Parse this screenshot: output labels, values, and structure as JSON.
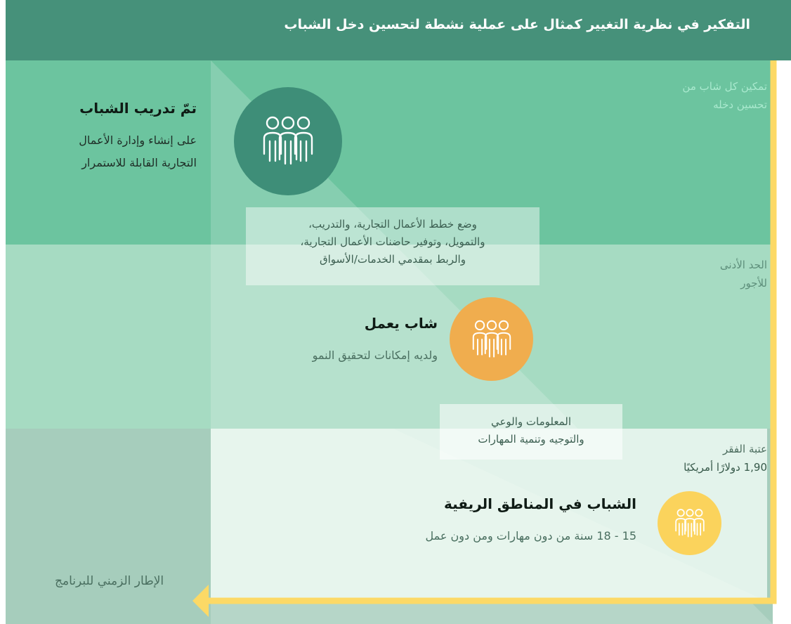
{
  "header": {
    "title": "التفكير في نظرية التغيير كمثال على عملية نشطة لتحسين دخل الشباب"
  },
  "levels": {
    "top": {
      "line1": "تمكين كل شاب من",
      "line2": "تحسين دخله"
    },
    "mid": {
      "line1": "الحد الأدنى",
      "line2": "للأجور"
    },
    "bot": {
      "line1": "عتبة الفقر",
      "line2": "1,90 دولارًا أمريكيًا"
    }
  },
  "stages": {
    "trained": {
      "title": "تمّ تدريب الشباب",
      "line1": "على إنشاء وإدارة الأعمال",
      "line2": "التجارية القابلة للاستمرار"
    },
    "working": {
      "title": "شاب يعمل",
      "line1": "ولديه إمكانات لتحقيق النمو"
    },
    "rural": {
      "title": "الشباب في المناطق الريفية",
      "line1": "15 - 18 سنة من دون مهارات ومن دون عمل"
    }
  },
  "interventions": {
    "upper": {
      "line1": "وضع خطط الأعمال التجارية، والتدريب،",
      "line2": "والتمويل، وتوفير حاضنات الأعمال التجارية،",
      "line3": "والربط بمقدمي الخدمات/الأسواق"
    },
    "lower": {
      "line1": "المعلومات والوعي",
      "line2": "والتوجيه وتنمية المهارات"
    }
  },
  "timeline": {
    "label": "الإطار الزمني للبرنامج"
  },
  "icons": {
    "group": "people-group-icon"
  },
  "colors": {
    "header": "#46917a",
    "top_band": "#6cc49f",
    "arrow": "#fcd966",
    "dark_circle": "#3e8e78",
    "orange_circle": "#f0ad4e",
    "yellow_circle": "#fbd35c"
  }
}
